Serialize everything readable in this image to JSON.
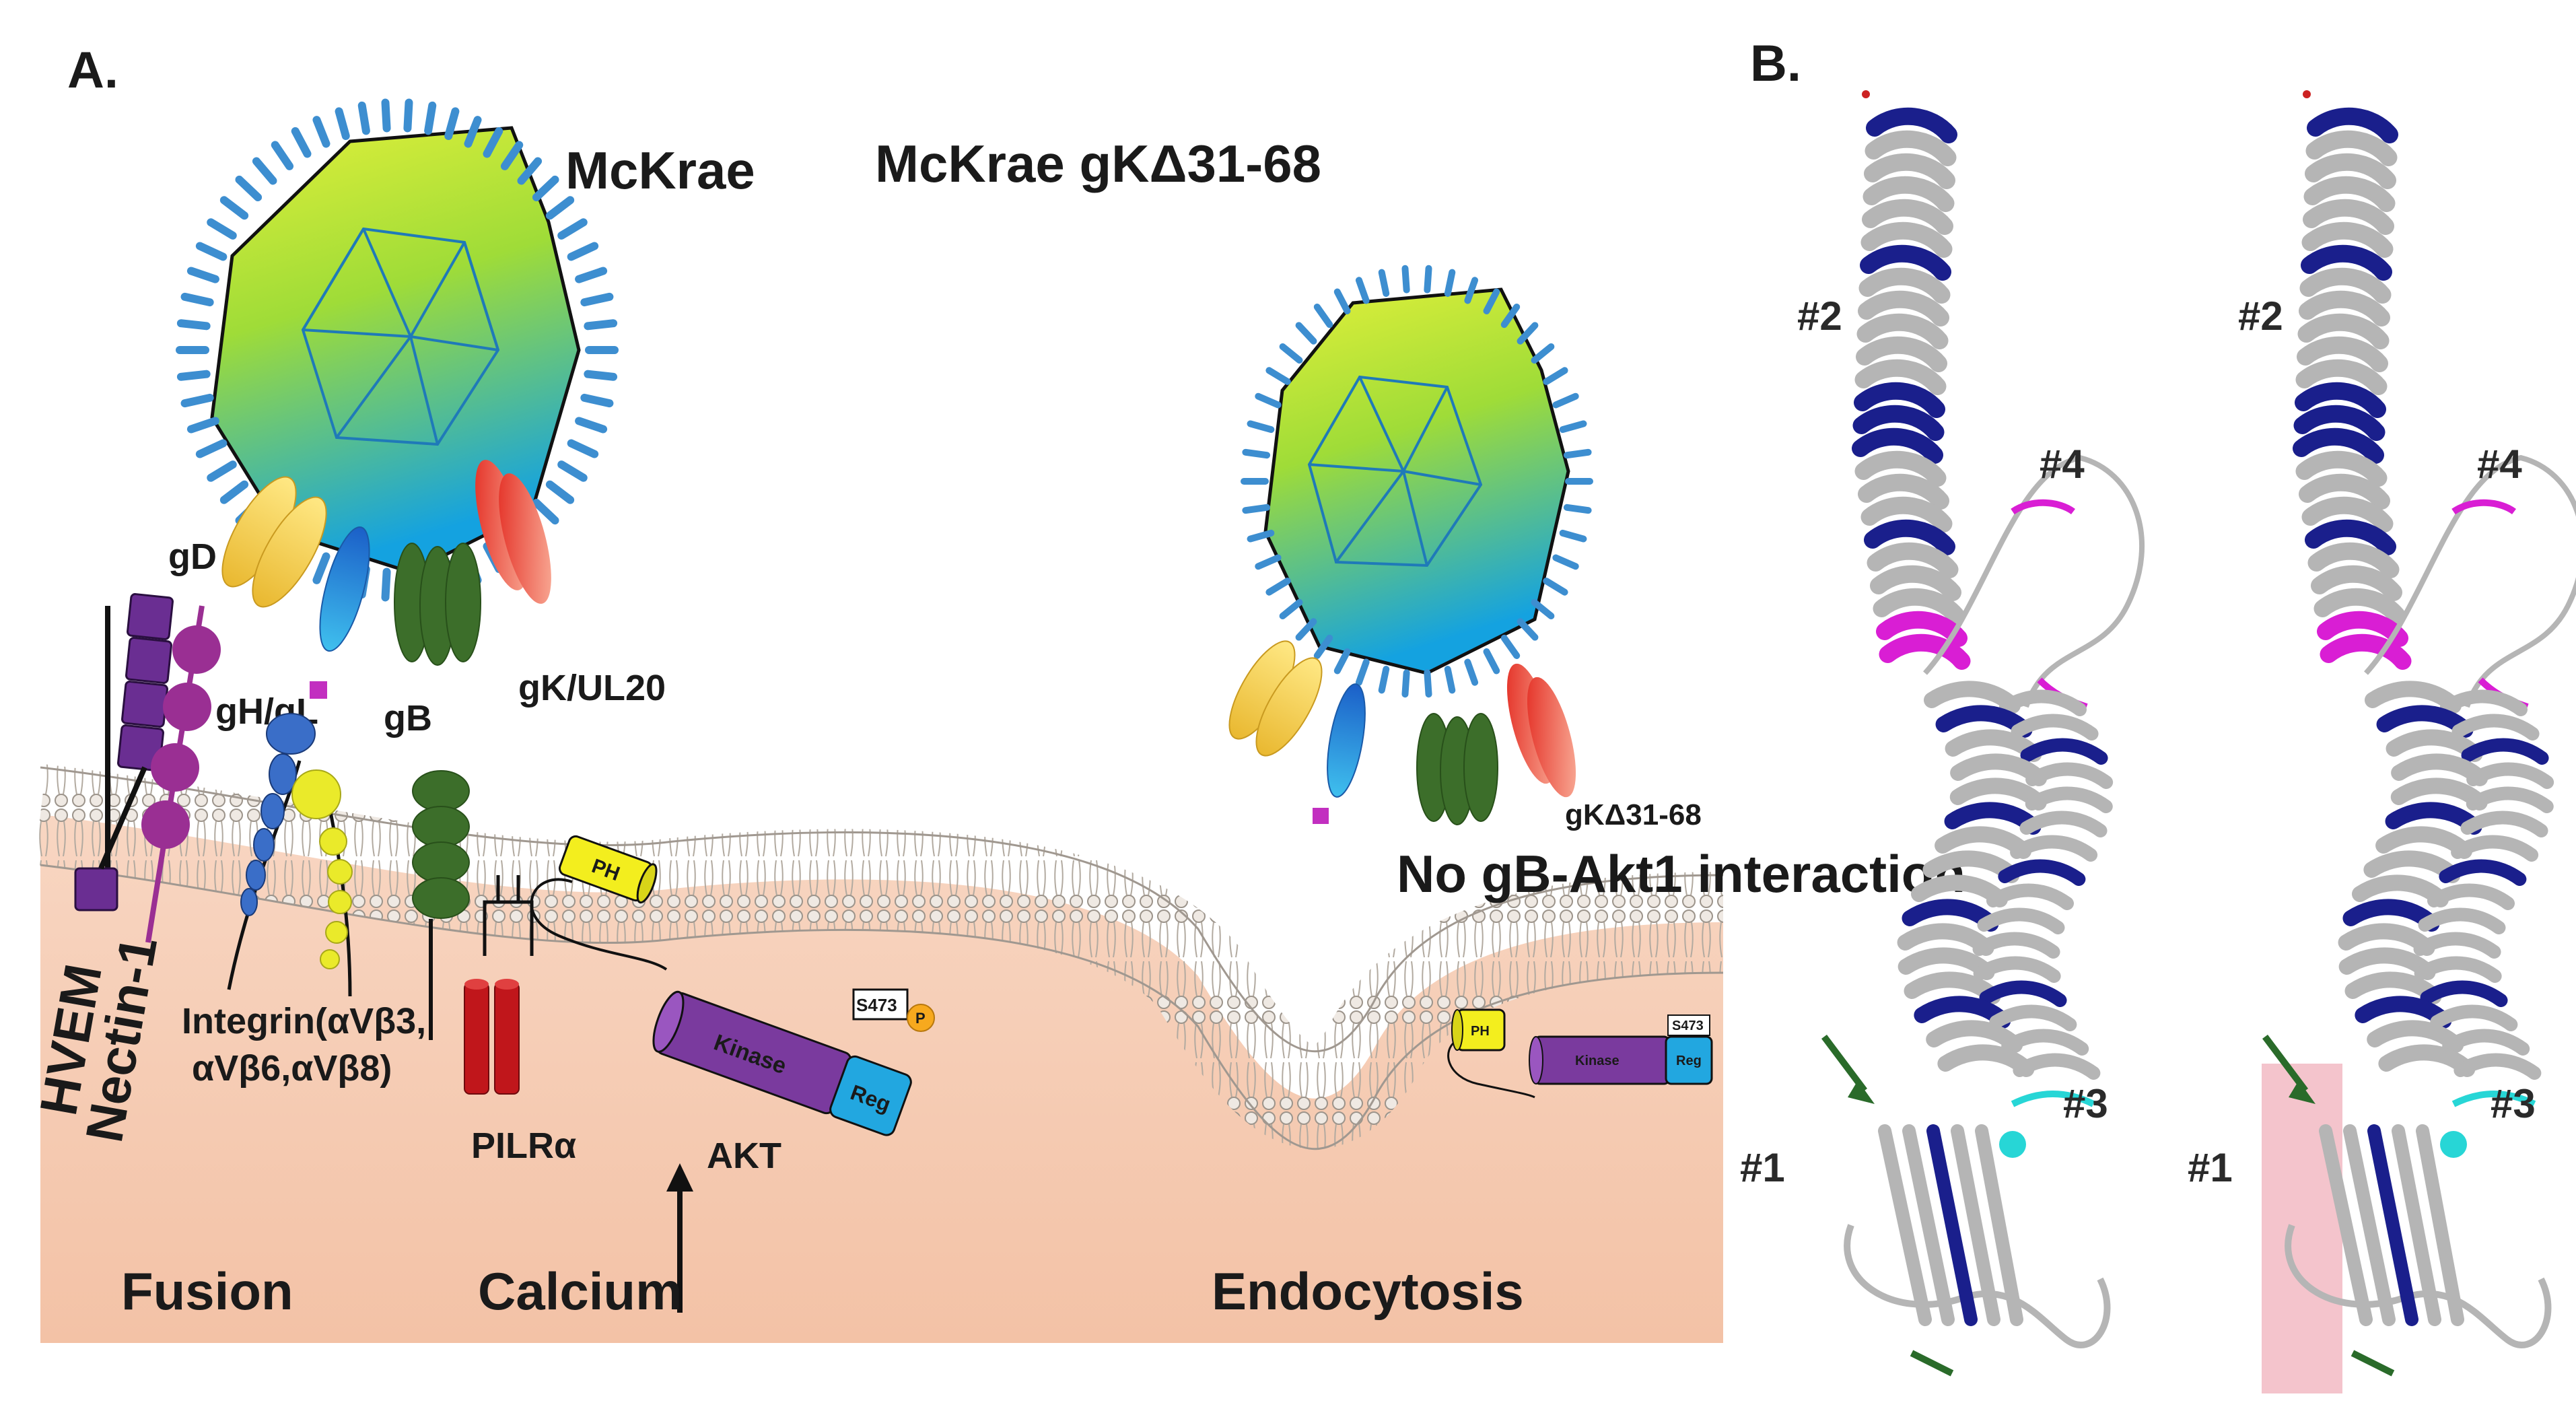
{
  "panel_a": {
    "letter": "A.",
    "virus_wt_label": "McKrae",
    "virus_mut_label": "McKrae gKΔ31-68",
    "glycoproteins": {
      "gD": "gD",
      "gH_gL": "gH/gL",
      "gB": "gB",
      "gK_UL20": "gK/UL20",
      "gK_mut": "gKΔ31-68"
    },
    "no_interaction": "No gB-Akt1 interaction",
    "receptors": {
      "hvem": "HVEM",
      "nectin": "Nectin-1",
      "integrin_line1": "Integrin(αVβ3,",
      "integrin_line2": "αVβ6,αVβ8)",
      "pilr": "PILRα"
    },
    "akt": {
      "label": "AKT",
      "ph": "PH",
      "kinase": "Kinase",
      "reg": "Reg",
      "site": "S473",
      "phospho": "P"
    },
    "processes": {
      "fusion": "Fusion",
      "calcium": "Calcium",
      "endocytosis": "Endocytosis"
    }
  },
  "panel_b": {
    "letter": "B.",
    "helix_labels": [
      "#1",
      "#2",
      "#3",
      "#4"
    ]
  },
  "colors": {
    "cytoplasm": "#f6d2bd",
    "membrane": "#e8e0d8",
    "capsid_top": "#d6ef3a",
    "capsid_bottom": "#1aa6d9",
    "spike": "#2e7fc1",
    "kinase": "#7a3a9e",
    "reg": "#22a7e0",
    "ph": "#f3ee1e",
    "pilr": "#c0161b",
    "gB": "#3c6e2a",
    "hvem": "#6a2e92",
    "nectin": "#9a2f93",
    "integrin_blue": "#3a6ec8",
    "integrin_yellow": "#eaea2a",
    "gD": "#f5d25a",
    "gH": "#2a86d6",
    "gK": "#ee4a3a",
    "ribbon": "#b5b5b5",
    "helix_blue": "#1a1f8c",
    "helix_magenta": "#d91ed4",
    "helix_cyan": "#27d6d6",
    "highlight": "#f4c4cc",
    "arrow_green": "#2a6b2a"
  }
}
